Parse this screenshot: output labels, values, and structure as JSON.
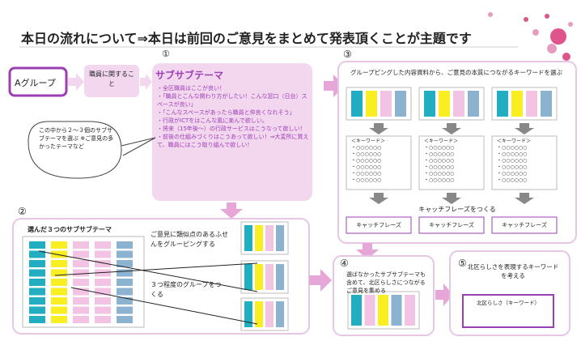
{
  "title": "本日の流れについて⇒本日は前回のご意見をまとめて発表頂くことが主題です",
  "step1": {
    "number": "①",
    "group_label": "Aグループ",
    "topic_label": "職員に関すること",
    "subtheme_heading": "サブサブテーマ",
    "bullets": [
      "・全区職員はここが良い！",
      "・「職員とこんな関わり方がしたい！こんな窓口（日台）スペースが良い」",
      "・「こんなスペースがあったら職員と仲良くなれそう」",
      "・行政がICTをはこんな風に楽んで欲しい。",
      "・将来（15年後〜）の行政サービスはこうなって欲しい！",
      "・前後の仕組みづくりはこうあって欲しい！⇒大変所に質えて、職員にはこう取り組んで欲しい！"
    ],
    "note": "この中から２〜３個のサブサブテーマを選ぶ ※ご意見の多かったテーマなど"
  },
  "step2": {
    "number": "②",
    "panel_title": "選んだ３つのサブサブテーマ",
    "text_group": "ご意見に類似点のあるふせんをグルーピングする",
    "text_three": "３つ程度のグループをつくる"
  },
  "step3": {
    "number": "③",
    "header": "グループピングした内容資料から、ご意見の本質につながるキーワードを選ぶ",
    "keyword_label": "＜キーワード＞",
    "keyword_placeholder": "・○○○○○○",
    "catchphrase_caption": "キャッチフレーズをつくる",
    "catchphrase_labels": [
      "キャッチフレーズ",
      "キャッチフレーズ",
      "キャッチフレーズ"
    ]
  },
  "step4": {
    "number": "④",
    "text": "選ばなかったサブサブテーマも含めて、北区らしさにつながるご意見を集める"
  },
  "step5": {
    "number": "⑤",
    "text": "北区らしさを表現するキーワードを考える",
    "keyword_box": "北区らしさ（キーワード）"
  },
  "colors": {
    "accent_purple": "#9b3fb5",
    "panel_pink": "#f3d7ef",
    "arrow_pink": "#e7a6d8",
    "sticky_blue": "#22aec0",
    "sticky_yellow": "#f8ee22",
    "sticky_pink": "#f3c3e3",
    "sticky_gray": "#8bb2cf",
    "sakura": "#e0548c"
  }
}
